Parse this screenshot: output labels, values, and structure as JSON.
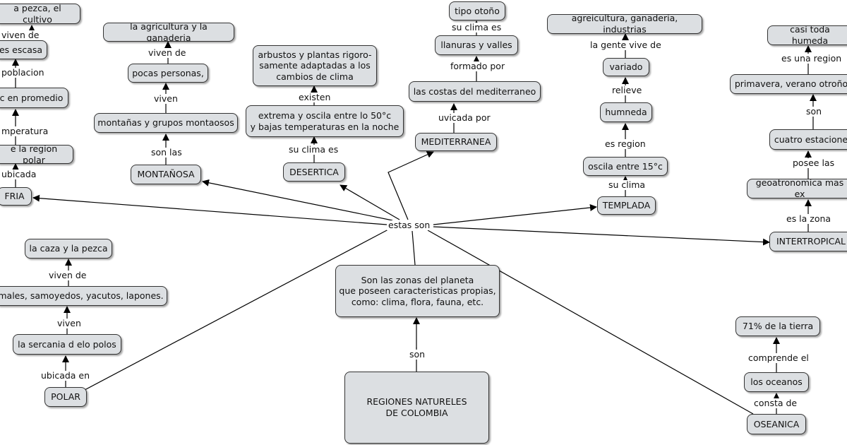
{
  "nodes": {
    "regiones": "REGIONES NATURELES\nDE COLOMBIA",
    "definicion": "Son las zonas del planeta\nque poseen caracteristicas propias,\ncomo: clima, flora, fauna, etc.",
    "fria": "FRIA",
    "fria_region_polar": "e la region polar",
    "fria_promedio": "c en promedio",
    "fria_escasa": "es escasa",
    "fria_pezca": "a pezca, el cultivo",
    "montanosa": "MONTAÑOSA",
    "montanosa_montanas": "montañas y grupos montaosos",
    "montanosa_personas": "pocas personas,",
    "montanosa_agricultura": "la agricultura y la ganaderia",
    "desertica": "DESERTICA",
    "desertica_extrema": "extrema y oscila entre lo 50°c\ny bajas temperaturas en la noche",
    "desertica_arbustos": "arbustos y plantas rigoro-\nsamente adaptadas a los\ncambios de clima",
    "mediterranea": "MEDITERRANEA",
    "med_costas": "las costas del mediterraneo",
    "med_llanuras": "llanuras y valles",
    "med_otono": "tipo otoño",
    "templada": "TEMPLADA",
    "templ_oscila": "oscila entre 15°c",
    "templ_humneda": "humneda",
    "templ_variado": "variado",
    "templ_agricultura": "agreicultura, ganaderia, industrias",
    "intertropical": "INTERTROPICAL",
    "inter_geo": "geoatronomica mas ex",
    "inter_cuatro": "cuatro estacione",
    "inter_primavera": "primavera, verano otroño",
    "inter_humeda": "casi toda humeda",
    "polar": "POLAR",
    "polar_sercania": "la sercania d elo polos",
    "polar_males": "males, samoyedos, yacutos, lapones.",
    "polar_caza": "la caza y la pezca",
    "oseanica": "OSEANICA",
    "osea_oceanos": "los oceanos",
    "osea_tierra": "71% de la tierra"
  },
  "labels": {
    "son": "son",
    "estas_son": "estas son",
    "fria_ubicada": "ubicada",
    "fria_temperatura": "mperatura",
    "fria_poblacion": "poblacion",
    "fria_viven_de": "viven de",
    "mont_son_las": "son las",
    "mont_viven": "viven",
    "mont_viven_de": "viven de",
    "des_su_clima_es": "su clima es",
    "des_existen": "existen",
    "med_uvicada_por": "uvicada por",
    "med_formado_por": "formado por",
    "med_su_clima_es": "su clima es",
    "templ_su_clima": "su clima",
    "templ_es_region": "es region",
    "templ_relieve": "relieve",
    "templ_gente_vive": "la gente vive de",
    "inter_es_la_zona": "es la zona",
    "inter_posee_las": "posee las",
    "inter_son": "son",
    "inter_es_una_region": "es una region",
    "polar_ubicada_en": "ubicada en",
    "polar_viven": "viven",
    "polar_viven_de": "viven de",
    "osea_consta_de": "consta de",
    "osea_comprende_el": "comprende el"
  }
}
